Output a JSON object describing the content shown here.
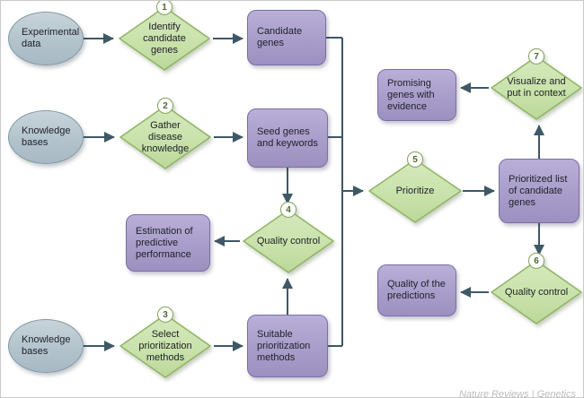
{
  "diagram": {
    "caption": "Nature Reviews | Genetics",
    "colors": {
      "ellipse_fill": "#b3c3cc",
      "diamond_fill": "#c9e2ab",
      "diamond_border": "#8fb564",
      "rect_fill": "#a89dca",
      "rect_border": "#7b6ea6",
      "arrow": "#3f5866"
    },
    "nodes": {
      "experimental_data": {
        "label": "Experimental data"
      },
      "identify_candidate_genes": {
        "label": "Identify candidate genes",
        "step": "1"
      },
      "candidate_genes": {
        "label": "Candidate genes"
      },
      "knowledge_bases_mid": {
        "label": "Knowledge bases"
      },
      "gather_disease_knowledge": {
        "label": "Gather disease knowledge",
        "step": "2"
      },
      "seed_genes_keywords": {
        "label": "Seed genes and keywords"
      },
      "estimation_predictive_performance": {
        "label": "Estimation of predictive performance"
      },
      "quality_control_mid": {
        "label": "Quality control",
        "step": "4"
      },
      "knowledge_bases_bottom": {
        "label": "Knowledge bases"
      },
      "select_prioritization_methods": {
        "label": "Select prioritization methods",
        "step": "3"
      },
      "suitable_prioritization_methods": {
        "label": "Suitable prioritization methods"
      },
      "prioritize": {
        "label": "Prioritize",
        "step": "5"
      },
      "promising_genes_evidence": {
        "label": "Promising genes with evidence"
      },
      "visualize_put_in_context": {
        "label": "Visualize and put in context",
        "step": "7"
      },
      "prioritized_list_candidate_genes": {
        "label": "Prioritized list of candidate genes"
      },
      "quality_of_predictions": {
        "label": "Quality of the predictions"
      },
      "quality_control_right": {
        "label": "Quality control",
        "step": "6"
      }
    }
  }
}
